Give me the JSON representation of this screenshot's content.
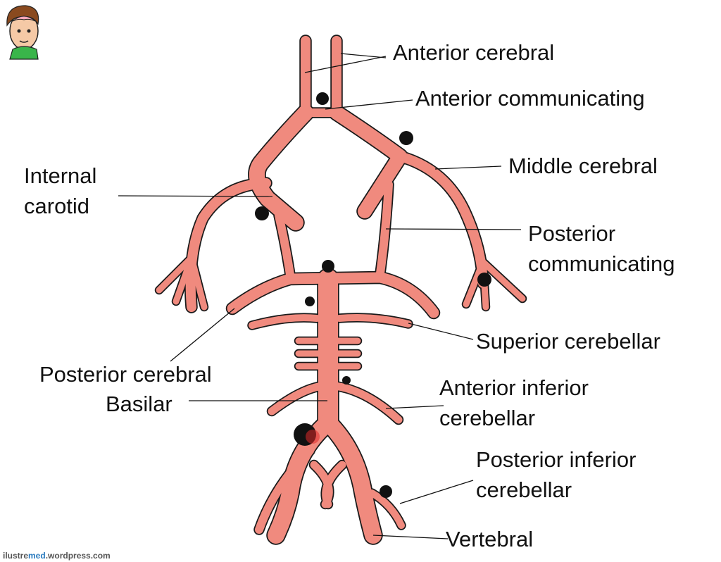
{
  "labels": {
    "anterior_cerebral": "Anterior cerebral",
    "anterior_communicating": "Anterior communicating",
    "middle_cerebral": "Middle cerebral",
    "internal_carotid_line1": "Internal",
    "internal_carotid_line2": "carotid",
    "posterior_communicating_line1": "Posterior",
    "posterior_communicating_line2": "communicating",
    "superior_cerebellar": "Superior cerebellar",
    "posterior_cerebral": "Posterior cerebral",
    "basilar": "Basilar",
    "anterior_inferior_cerebellar_line1": "Anterior inferior",
    "anterior_inferior_cerebellar_line2": "cerebellar",
    "posterior_inferior_cerebellar_line1": "Posterior inferior",
    "posterior_inferior_cerebellar_line2": "cerebellar",
    "vertebral": "Vertebral"
  },
  "credit": {
    "prefix": "ilustre",
    "accent": "med",
    "suffix": ".wordpress.com"
  },
  "colors": {
    "vessel_fill": "#f08a7e",
    "vessel_outline": "#1a1a1a",
    "aneurysm": "#111111",
    "rupture_highlight": "#e02a2a"
  }
}
